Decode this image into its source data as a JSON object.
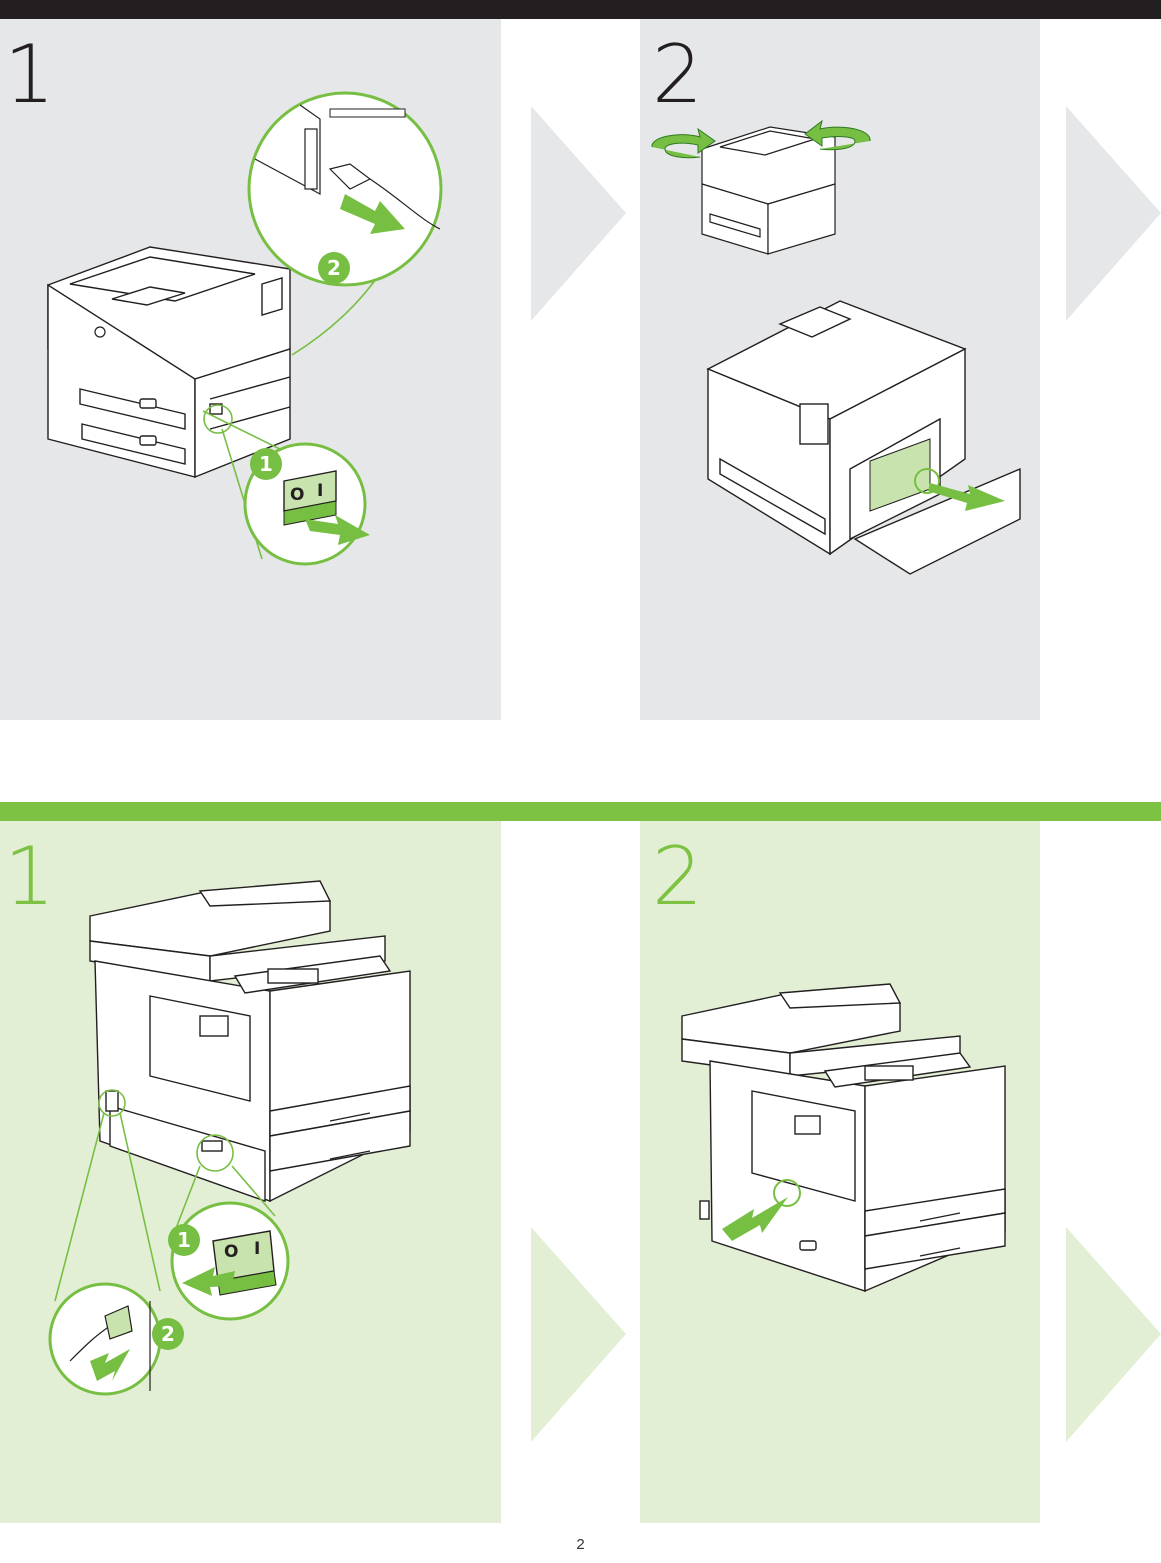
{
  "colors": {
    "top_bar": "#231f20",
    "top_panel": "#e6e7e8",
    "top_step_text": "#231f20",
    "bottom_bar": "#7dc242",
    "bottom_panel": "#e3efd5",
    "bottom_step_text": "#7dc242",
    "accent_green": "#77bf43",
    "line": "#231f20"
  },
  "top_section": {
    "step1": {
      "number": "1",
      "badge_switch": "1",
      "badge_cord": "2",
      "switch_off": "O",
      "switch_on": "I"
    },
    "step2": {
      "number": "2"
    }
  },
  "bottom_section": {
    "step1": {
      "number": "1",
      "badge_switch": "1",
      "badge_cord": "2",
      "switch_off": "O",
      "switch_on": "I"
    },
    "step2": {
      "number": "2"
    }
  },
  "footer": {
    "page_number": "2"
  }
}
